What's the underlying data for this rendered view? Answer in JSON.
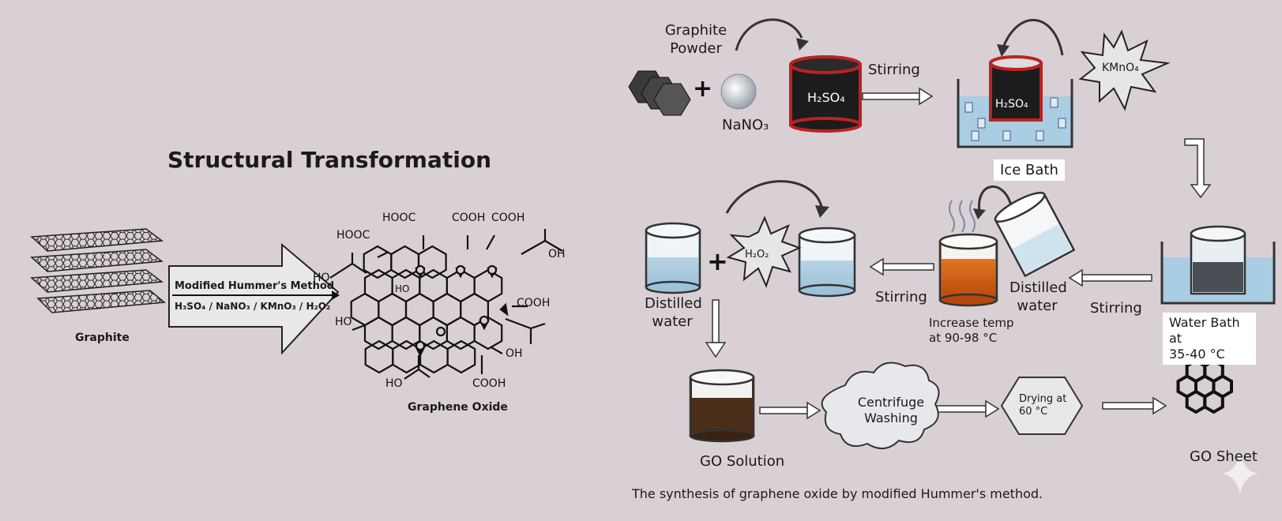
{
  "left_panel": {
    "title": "Structural Transformation",
    "graphite_label": "Graphite",
    "arrow_line1": "Modified Hummer's Method",
    "arrow_line2": "H₃SO₄ / NaNO₃ / KMnO₃ / H₂O₂",
    "go_label": "Graphene Oxide",
    "groups": {
      "hooc_left": "HOOC",
      "hooc_top": "HOOC",
      "cooh_a": "COOH",
      "cooh_b": "COOH",
      "oh_tr": "OH",
      "ho_left": "HO",
      "ho_inner": "HO",
      "cooh_right": "COOH",
      "ho_lower": "HO",
      "oh_bottom": "OH",
      "ho_bottom": "HO",
      "cooh_bottom": "COOH"
    }
  },
  "process": {
    "graphite_powder": "Graphite\nPowder",
    "nano3": "NaNO₃",
    "h2so4_1": "H₂SO₄",
    "stirring_1": "Stirring",
    "h2so4_2": "H₂SO₄",
    "kmno4": "KMnO₄",
    "ice_bath": "Ice Bath",
    "water_bath": "Water Bath at\n35-40 °C",
    "stirring_2": "Stirring",
    "distilled_water_1": "Distilled\nwater",
    "increase_temp": "Increase temp\nat 90-98 °C",
    "stirring_3": "Stirring",
    "h2o2": "H₂O₂",
    "distilled_water_2": "Distilled\nwater",
    "go_solution": "GO Solution",
    "centrifuge": "Centrifuge\nWashing",
    "drying": "Drying at\n60 °C",
    "go_sheet": "GO Sheet",
    "caption": "The synthesis of graphene oxide by modified Hummer's method."
  }
}
